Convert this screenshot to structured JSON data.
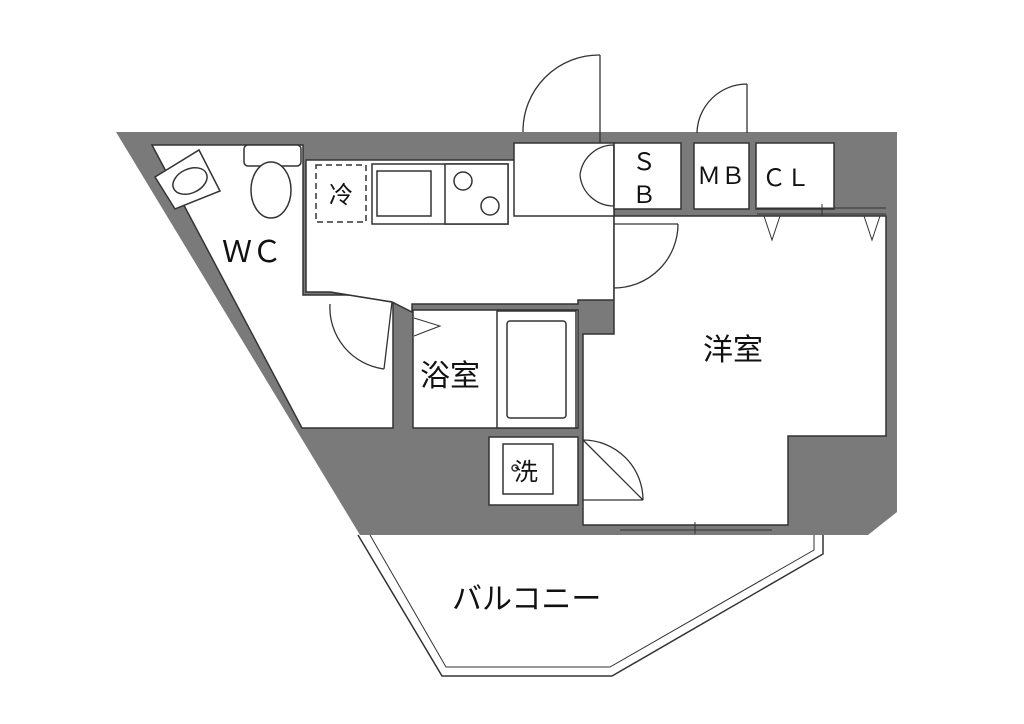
{
  "plan": {
    "rooms": {
      "wc": "ＷＣ",
      "fridge": "冷",
      "storage_sb_line1": "Ｓ",
      "storage_sb_line2": "Ｂ",
      "meter_box": "ＭＢ",
      "closet": "ＣＬ",
      "western_room": "洋室",
      "bathroom": "浴室",
      "washing_machine": "洗",
      "balcony": "バルコニー"
    }
  }
}
